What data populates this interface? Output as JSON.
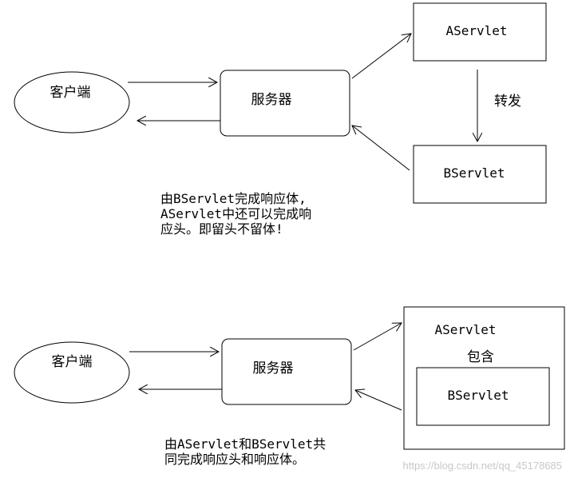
{
  "top": {
    "client_label": "客户端",
    "server_label": "服务器",
    "servlet_a_label": "AServlet",
    "servlet_b_label": "BServlet",
    "forward_label": "转发",
    "note_lines": [
      "由BServlet完成响应体,",
      "AServlet中还可以完成响",
      "应头。即留头不留体!"
    ]
  },
  "bottom": {
    "client_label": "客户端",
    "server_label": "服务器",
    "servlet_a_label": "AServlet",
    "include_label": "包含",
    "servlet_b_label": "BServlet",
    "note_lines": [
      "由AServlet和BServlet共",
      "同完成响应头和响应体。"
    ]
  },
  "watermark": "https://blog.csdn.net/qq_45178685"
}
